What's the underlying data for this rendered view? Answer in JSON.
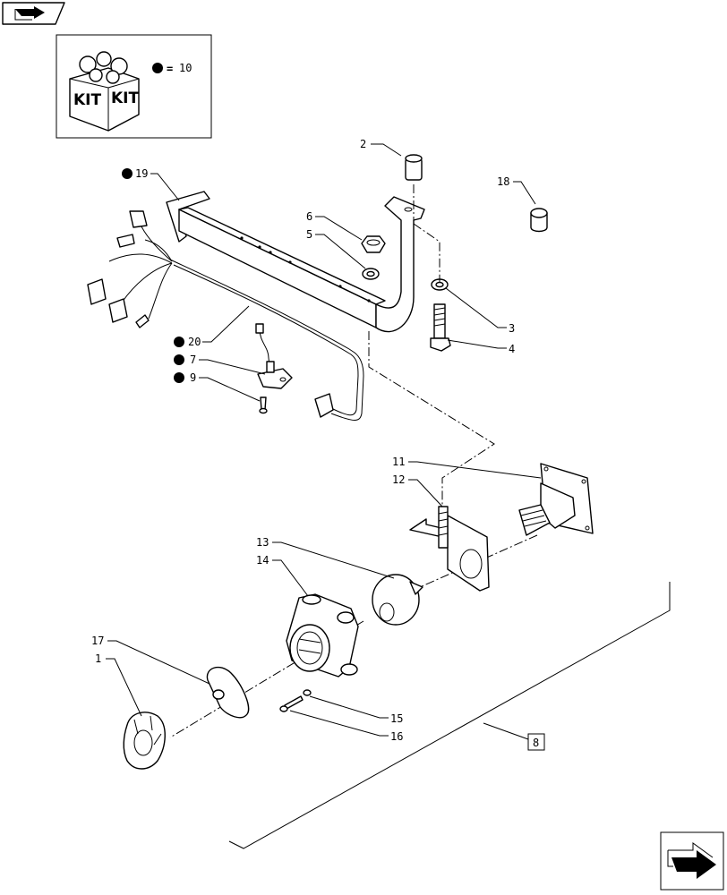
{
  "kit_legend": {
    "kit_text": "KIT",
    "equals": "=",
    "ref": "10"
  },
  "callouts": {
    "c1": "1",
    "c2": "2",
    "c3": "3",
    "c4": "4",
    "c5": "5",
    "c6": "6",
    "c7": "7",
    "c8": "8",
    "c9": "9",
    "c11": "11",
    "c12": "12",
    "c13": "13",
    "c14": "14",
    "c15": "15",
    "c16": "16",
    "c17": "17",
    "c18": "18",
    "c19": "19",
    "c20": "20"
  },
  "icons": {
    "top_nav": "previous-arrow-icon",
    "bottom_nav": "next-arrow-icon"
  },
  "colors": {
    "line": "#000000",
    "background": "#ffffff"
  }
}
